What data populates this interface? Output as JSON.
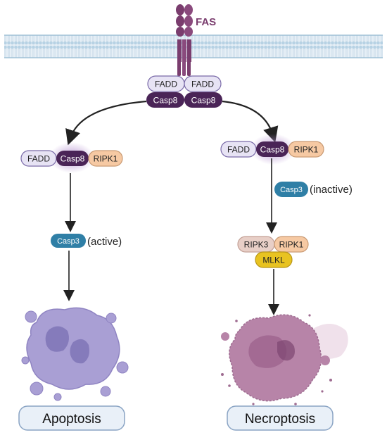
{
  "receptor": {
    "name": "FAS"
  },
  "complex": {
    "fadd_left": "FADD",
    "fadd_right": "FADD",
    "casp8_left": "Casp8",
    "casp8_right": "Casp8"
  },
  "apoptosis_branch": {
    "fadd": "FADD",
    "casp8": "Casp8",
    "ripk1": "RIPK1",
    "casp3": "Casp3",
    "casp3_state": "(active)",
    "outcome": "Apoptosis"
  },
  "necroptosis_branch": {
    "fadd": "FADD",
    "casp8": "Casp8",
    "ripk1": "RIPK1",
    "casp3": "Casp3",
    "casp3_state": "(inactive)",
    "ripk3": "RIPK3",
    "ripk1_b": "RIPK1",
    "mlkl": "MLKL",
    "outcome": "Necroptosis"
  },
  "colors": {
    "membrane": "#9fc0d6",
    "membrane_head": "#b7d2e4",
    "fas": "#7a3d6e",
    "fadd": "#e7e3f4",
    "casp8": "#4a2457",
    "ripk1": "#f6c9a3",
    "casp3": "#2f7fa6",
    "ripk3": "#e8cfc7",
    "mlkl": "#e8c321",
    "apoptotic_cell": "#a99fd4",
    "necrotic_cell": "#b784a8",
    "outcome_box": "#e9f0f8"
  }
}
